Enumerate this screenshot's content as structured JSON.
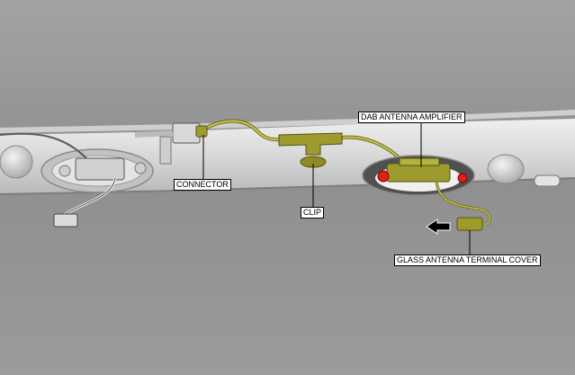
{
  "colors": {
    "background": "#9a9a9a",
    "trim_panel": "#d9d9d9",
    "harness": "#9d9b2e",
    "harness_dark": "#6a6816",
    "marker": "#e21d1d",
    "leader": "#000000",
    "arrow": "#000000"
  },
  "labels": {
    "connector": "CONNECTOR",
    "clip": "CLIP",
    "dab_amplifier": "DAB ANTENNA AMPLIFIER",
    "terminal_cover": "GLASS ANTENNA TERMINAL COVER"
  },
  "direction_arrow": {
    "icon": "left-arrow-icon",
    "direction": "left"
  }
}
